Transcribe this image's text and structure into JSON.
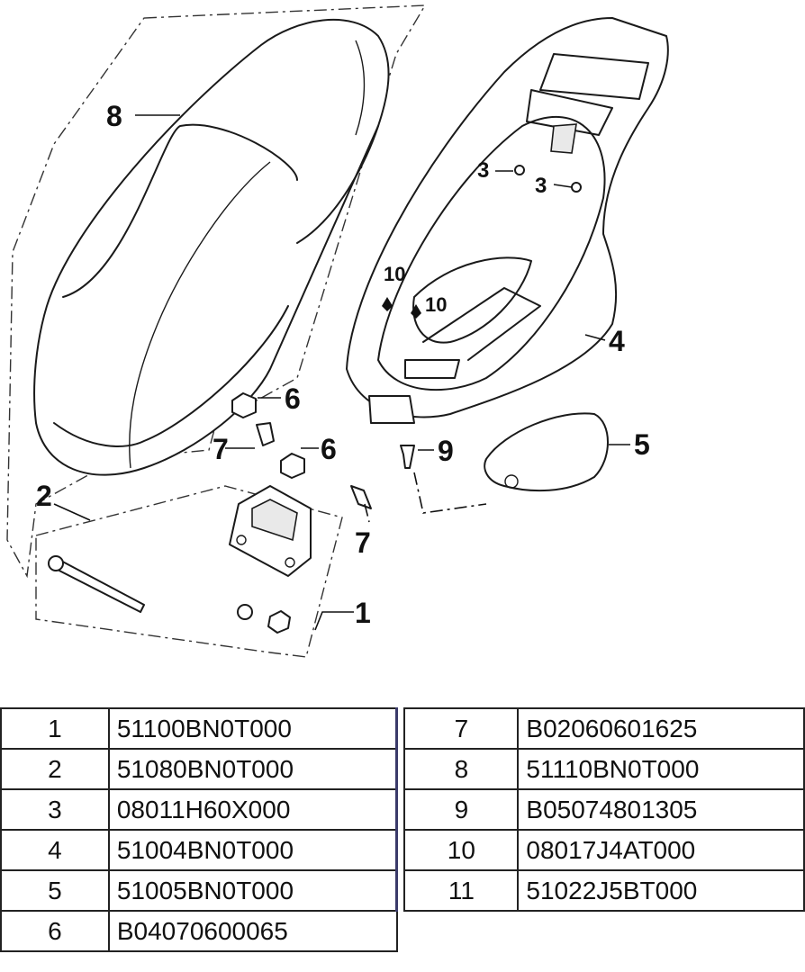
{
  "callouts": [
    {
      "id": "8",
      "label": "8"
    },
    {
      "id": "3a",
      "label": "3"
    },
    {
      "id": "3b",
      "label": "3"
    },
    {
      "id": "10a",
      "label": "10"
    },
    {
      "id": "10b",
      "label": "10"
    },
    {
      "id": "4",
      "label": "4"
    },
    {
      "id": "6a",
      "label": "6"
    },
    {
      "id": "6b",
      "label": "6"
    },
    {
      "id": "7a",
      "label": "7"
    },
    {
      "id": "7b",
      "label": "7"
    },
    {
      "id": "9",
      "label": "9"
    },
    {
      "id": "5",
      "label": "5"
    },
    {
      "id": "2",
      "label": "2"
    },
    {
      "id": "1",
      "label": "1"
    }
  ],
  "parts_table": {
    "left": [
      {
        "no": "1",
        "code": "51100BN0T000"
      },
      {
        "no": "2",
        "code": "51080BN0T000"
      },
      {
        "no": "3",
        "code": "08011H60X000"
      },
      {
        "no": "4",
        "code": "51004BN0T000"
      },
      {
        "no": "5",
        "code": "51005BN0T000"
      },
      {
        "no": "6",
        "code": "B04070600065"
      }
    ],
    "right": [
      {
        "no": "7",
        "code": "B02060601625"
      },
      {
        "no": "8",
        "code": "51110BN0T000"
      },
      {
        "no": "9",
        "code": "B05074801305"
      },
      {
        "no": "10",
        "code": "08017J4AT000"
      },
      {
        "no": "11",
        "code": "51022J5BT000"
      }
    ]
  }
}
